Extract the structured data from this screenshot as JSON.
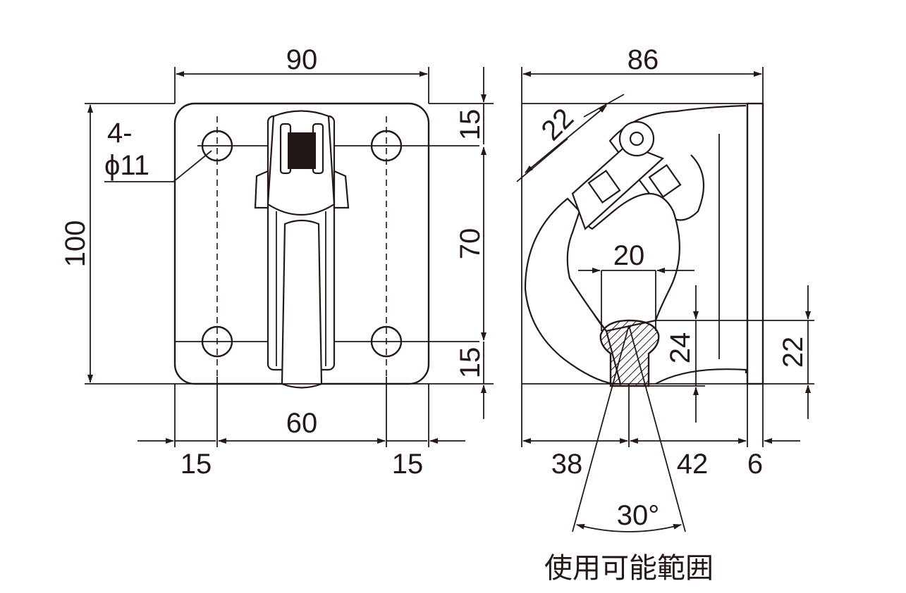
{
  "front_view": {
    "overall_width": "90",
    "hole_spacing": "60",
    "edge_left": "15",
    "edge_right": "15",
    "overall_height": "100",
    "edge_top": "15",
    "hole_pitch_vertical": "70",
    "edge_bottom": "15",
    "hole_note_qty": "4-",
    "hole_note_dia": "ϕ11"
  },
  "side_view": {
    "overall_depth": "86",
    "hook_width": "22",
    "opening": "20",
    "bar_height": "24",
    "base_height": "22",
    "offset_left": "38",
    "offset_right": "42",
    "plate_thickness": "6",
    "angle": "30°",
    "range_label": "使用可能範囲"
  },
  "colors": {
    "line": "#231815",
    "background": "#ffffff"
  }
}
